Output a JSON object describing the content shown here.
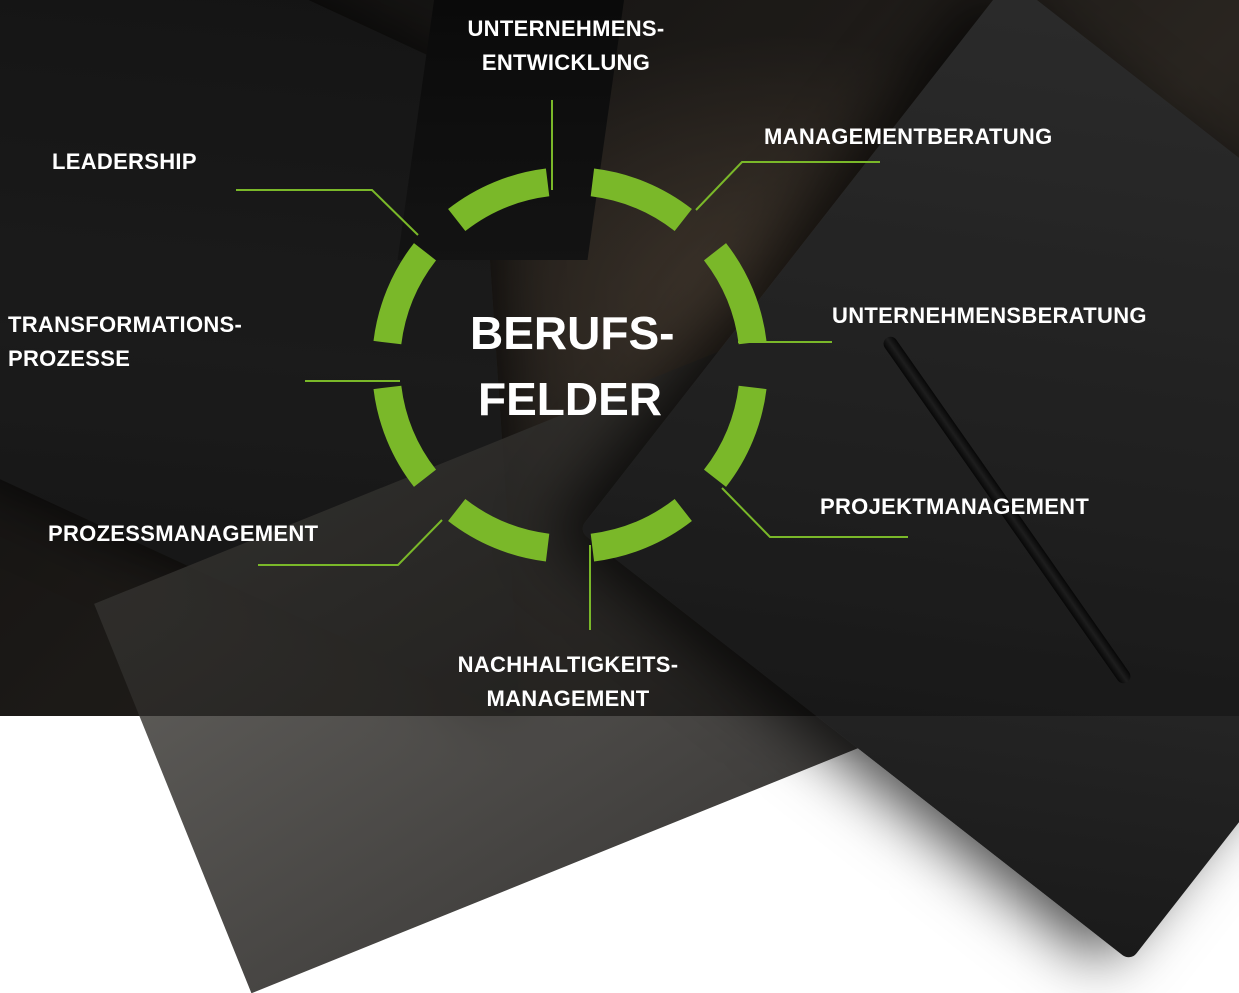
{
  "diagram": {
    "center": {
      "line1": "BERUFS-",
      "line2": "FELDER"
    },
    "fields": [
      {
        "id": "unternehmensentwicklung",
        "lines": [
          "UNTERNEHMENS-",
          "ENTWICKLUNG"
        ]
      },
      {
        "id": "managementberatung",
        "lines": [
          "MANAGEMENTBERATUNG"
        ]
      },
      {
        "id": "unternehmensberatung",
        "lines": [
          "UNTERNEHMENSBERATUNG"
        ]
      },
      {
        "id": "projektmanagement",
        "lines": [
          "PROJEKTMANAGEMENT"
        ]
      },
      {
        "id": "nachhaltigkeitsmanagement",
        "lines": [
          "NACHHALTIGKEITS-",
          "MANAGEMENT"
        ]
      },
      {
        "id": "prozessmanagement",
        "lines": [
          "PROZESSMANAGEMENT"
        ]
      },
      {
        "id": "transformationsprozesse",
        "lines": [
          "TRANSFORMATIONS-",
          "PROZESSE"
        ]
      },
      {
        "id": "leadership",
        "lines": [
          "LEADERSHIP"
        ]
      }
    ],
    "colors": {
      "ring": "#7ab829",
      "text": "#ffffff"
    }
  }
}
